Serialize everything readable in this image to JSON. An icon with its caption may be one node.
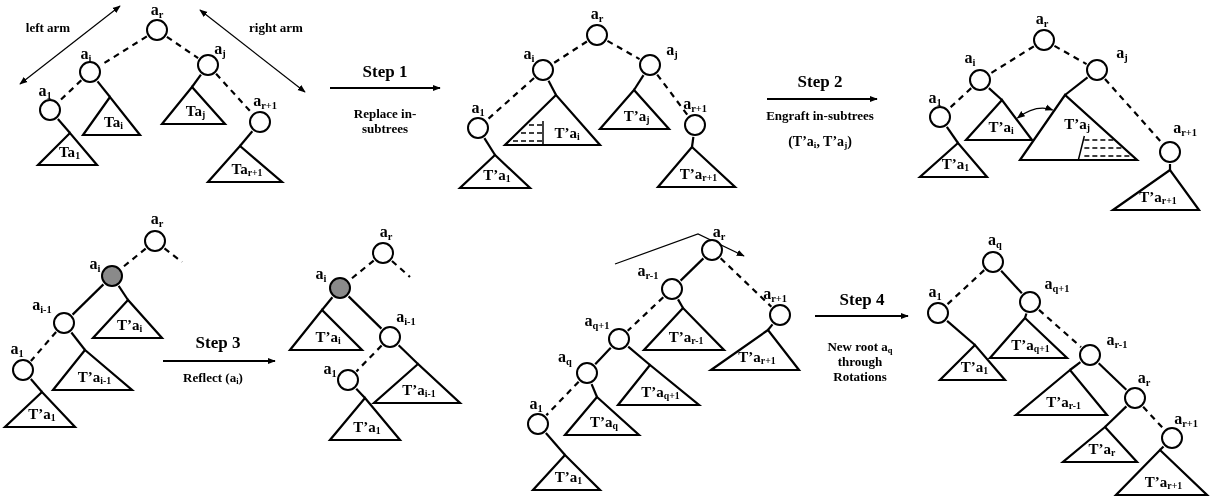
{
  "diagram": {
    "nodes": [
      {
        "text": [
          "a$_{r}$"
        ]
      },
      {
        "text": [
          "a$_{i}$"
        ]
      },
      {
        "text": [
          "a$_{j}$"
        ]
      },
      {
        "text": [
          "a$_{1}$"
        ]
      },
      {
        "text": [
          "Ta$_{i}$"
        ]
      },
      {
        "text": [
          "Ta$_{j}$"
        ]
      },
      {
        "text": [
          "a$_{r+1}$"
        ]
      },
      {
        "text": [
          "Ta$_{1}$"
        ]
      },
      {
        "text": [
          "Ta$_{r+1}$"
        ]
      },
      {
        "text": [
          "a$_{r}$"
        ]
      },
      {
        "text": [
          "a$_{i}$"
        ]
      },
      {
        "text": [
          "a$_{j}$"
        ]
      },
      {
        "text": [
          "a$_{1}$"
        ]
      },
      {
        "text": [
          "T’a$_{i}$"
        ]
      },
      {
        "text": [
          "T’a$_{j}$"
        ]
      },
      {
        "text": [
          "a$_{r+1}$"
        ]
      },
      {
        "text": [
          "T’a$_{1}$"
        ]
      },
      {
        "text": [
          "T’a$_{r+1}$"
        ]
      },
      {
        "text": [
          "a$_{r}$"
        ]
      },
      {
        "text": [
          "a$_{i}$"
        ]
      },
      {
        "text": [
          "a$_{j}$"
        ]
      },
      {
        "text": [
          "a$_{1}$"
        ]
      },
      {
        "text": [
          "T’a$_{i}$"
        ]
      },
      {
        "text": [
          "T’a$_{j}$"
        ]
      },
      {
        "text": [
          "a$_{r+1}$"
        ]
      },
      {
        "text": [
          "T’a$_{1}$"
        ]
      },
      {
        "text": [
          "T’a$_{r+1}$"
        ]
      },
      {
        "text": [
          "a$_{r}$"
        ]
      },
      {
        "text": [
          "a$_{i}$"
        ]
      },
      {
        "text": [
          "a$_{i-1}$"
        ]
      },
      {
        "text": [
          "T’a$_{i}$"
        ]
      },
      {
        "text": [
          "a$_{1}$"
        ]
      },
      {
        "text": [
          "T’a$_{i-1}$"
        ]
      },
      {
        "text": [
          "T’a$_{1}$"
        ]
      },
      {
        "text": [
          "a$_{r}$"
        ]
      },
      {
        "text": [
          "a$_{i}$"
        ]
      },
      {
        "text": [
          "T’a$_{i}$"
        ]
      },
      {
        "text": [
          "a$_{i-1}$"
        ]
      },
      {
        "text": [
          "a$_{1}$"
        ]
      },
      {
        "text": [
          "T’a$_{i-1}$"
        ]
      },
      {
        "text": [
          "T’a$_{1}$"
        ]
      },
      {
        "text": [
          "a$_{r}$"
        ]
      },
      {
        "text": [
          "a$_{r-1}$"
        ]
      },
      {
        "text": [
          "a$_{r+1}$"
        ]
      },
      {
        "text": [
          "a$_{q+1}$"
        ]
      },
      {
        "text": [
          "T’a$_{r-1}$"
        ]
      },
      {
        "text": [
          "T’a$_{r+1}$"
        ]
      },
      {
        "text": [
          "a$_{q}$"
        ]
      },
      {
        "text": [
          "T’a$_{q+1}$"
        ]
      },
      {
        "text": [
          "a$_{1}$"
        ]
      },
      {
        "text": [
          "T’a$_{q}$"
        ]
      },
      {
        "text": [
          "T’a$_{1}$"
        ]
      },
      {
        "text": [
          "a$_{q}$"
        ]
      },
      {
        "text": [
          "a$_{1}$"
        ]
      },
      {
        "text": [
          "a$_{q+1}$"
        ]
      },
      {
        "text": [
          "T’a$_{1}$"
        ]
      },
      {
        "text": [
          "T’a$_{q+1}$"
        ]
      },
      {
        "text": [
          "a$_{r-1}$"
        ]
      },
      {
        "text": [
          "T’a$_{r-1}$"
        ]
      },
      {
        "text": [
          "a$_{r}$"
        ]
      },
      {
        "text": [
          "T’a$_{r}$"
        ]
      },
      {
        "text": [
          "a$_{r+1}$"
        ]
      },
      {
        "text": [
          "T’a$_{r+1}$"
        ]
      }
    ],
    "edges": [
      {
        "from": 0,
        "to": 1,
        "arrow": "none",
        "style": "dashed"
      },
      {
        "from": 0,
        "to": 2,
        "arrow": "none",
        "style": "dashed"
      },
      {
        "from": 1,
        "to": 3,
        "arrow": "none",
        "style": "dashed"
      },
      {
        "from": 1,
        "to": 4,
        "arrow": "none"
      },
      {
        "from": 2,
        "to": 5,
        "arrow": "none"
      },
      {
        "from": 2,
        "to": 6,
        "arrow": "none",
        "style": "dashed"
      },
      {
        "from": 3,
        "to": 7,
        "arrow": "none"
      },
      {
        "from": 6,
        "to": 8,
        "arrow": "none"
      },
      {
        "from": 9,
        "to": 10,
        "arrow": "none",
        "style": "dashed"
      },
      {
        "from": 9,
        "to": 11,
        "arrow": "none",
        "style": "dashed"
      },
      {
        "from": 10,
        "to": 12,
        "arrow": "none",
        "style": "dashed"
      },
      {
        "from": 10,
        "to": 13,
        "arrow": "none"
      },
      {
        "from": 11,
        "to": 14,
        "arrow": "none"
      },
      {
        "from": 11,
        "to": 15,
        "arrow": "none",
        "style": "dashed"
      },
      {
        "from": 12,
        "to": 16,
        "arrow": "none"
      },
      {
        "from": 15,
        "to": 17,
        "arrow": "none"
      },
      {
        "from": 18,
        "to": 19,
        "arrow": "none",
        "style": "dashed"
      },
      {
        "from": 18,
        "to": 20,
        "arrow": "none",
        "style": "dashed"
      },
      {
        "from": 19,
        "to": 21,
        "arrow": "none",
        "style": "dashed"
      },
      {
        "from": 19,
        "to": 22,
        "arrow": "none"
      },
      {
        "from": 20,
        "to": 23,
        "arrow": "none"
      },
      {
        "from": 20,
        "to": 24,
        "arrow": "none",
        "style": "dashed"
      },
      {
        "from": 21,
        "to": 25,
        "arrow": "none"
      },
      {
        "from": 24,
        "to": 26,
        "arrow": "none"
      },
      {
        "from": 27,
        "to": null,
        "arrow": "none",
        "style": "dashed"
      },
      {
        "from": 27,
        "to": 28,
        "arrow": "none",
        "style": "dashed"
      },
      {
        "from": 28,
        "to": 29,
        "arrow": "none"
      },
      {
        "from": 28,
        "to": 30,
        "arrow": "none"
      },
      {
        "from": 29,
        "to": 31,
        "arrow": "none",
        "style": "dashed"
      },
      {
        "from": 29,
        "to": 32,
        "arrow": "none"
      },
      {
        "from": 31,
        "to": 33,
        "arrow": "none"
      },
      {
        "from": 34,
        "to": null,
        "arrow": "none",
        "style": "dashed"
      },
      {
        "from": 34,
        "to": 35,
        "arrow": "none",
        "style": "dashed"
      },
      {
        "from": 35,
        "to": 36,
        "arrow": "none"
      },
      {
        "from": 35,
        "to": 37,
        "arrow": "none"
      },
      {
        "from": 37,
        "to": 38,
        "arrow": "none",
        "style": "dashed"
      },
      {
        "from": 37,
        "to": 39,
        "arrow": "none"
      },
      {
        "from": 38,
        "to": 40,
        "arrow": "none"
      },
      {
        "from": 41,
        "to": 42,
        "arrow": "none"
      },
      {
        "from": 41,
        "to": 43,
        "arrow": "none",
        "style": "dashed"
      },
      {
        "from": 42,
        "to": 44,
        "arrow": "none",
        "style": "dashed"
      },
      {
        "from": 42,
        "to": 45,
        "arrow": "none"
      },
      {
        "from": 43,
        "to": 46,
        "arrow": "none"
      },
      {
        "from": 44,
        "to": 47,
        "arrow": "none"
      },
      {
        "from": 44,
        "to": 48,
        "arrow": "none"
      },
      {
        "from": 47,
        "to": 49,
        "arrow": "none",
        "style": "dashed"
      },
      {
        "from": 47,
        "to": 50,
        "arrow": "none"
      },
      {
        "from": 49,
        "to": 51,
        "arrow": "none"
      },
      {
        "from": 52,
        "to": 53,
        "arrow": "none",
        "style": "dashed"
      },
      {
        "from": 52,
        "to": 54,
        "arrow": "none"
      },
      {
        "from": 53,
        "to": 55,
        "arrow": "none"
      },
      {
        "from": 54,
        "to": 56,
        "arrow": "none"
      },
      {
        "from": 54,
        "to": 57,
        "arrow": "none",
        "style": "dashed"
      },
      {
        "from": 57,
        "to": 58,
        "arrow": "none"
      },
      {
        "from": 57,
        "to": 59,
        "arrow": "none"
      },
      {
        "from": 59,
        "to": 60,
        "arrow": "none"
      },
      {
        "from": 59,
        "to": 61,
        "arrow": "none",
        "style": "dashed"
      },
      {
        "from": 61,
        "to": 62,
        "arrow": "none"
      },
      {
        "from": 22,
        "to": 23,
        "arrow": "both"
      }
    ],
    "labels": [
      "left arm",
      "right arm",
      "Step 1",
      "Replace in-subtrees",
      "Step 2",
      "Engraft in-subtrees",
      "(T’a$_{i}$, T’a$_{j}$)",
      "Step 3",
      "Reflect (a$_{i}$)",
      "Step 4",
      "New root a$_{q}$ through Rotations"
    ]
  }
}
